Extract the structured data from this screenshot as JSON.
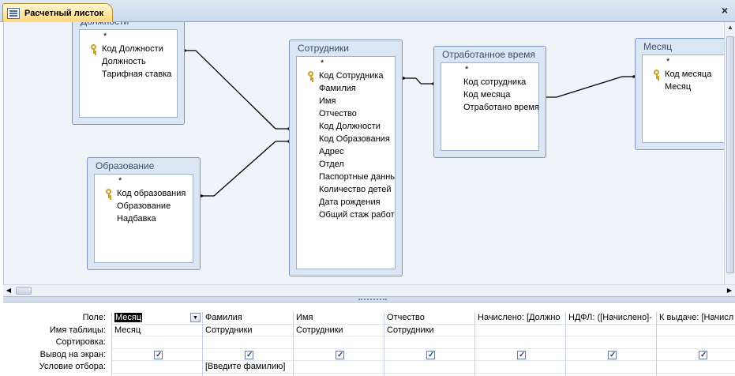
{
  "tab": {
    "title": "Расчетный листок",
    "close_glyph": "×"
  },
  "tables": [
    {
      "id": "dolzh",
      "title": "Должности",
      "fields": [
        {
          "label": "*",
          "key": false
        },
        {
          "label": "Код Должности",
          "key": true
        },
        {
          "label": "Должность",
          "key": false
        },
        {
          "label": "Тарифная ставка",
          "key": false
        }
      ]
    },
    {
      "id": "obraz",
      "title": "Образование",
      "fields": [
        {
          "label": "*",
          "key": false
        },
        {
          "label": "Код образования",
          "key": true
        },
        {
          "label": "Образование",
          "key": false
        },
        {
          "label": "Надбавка",
          "key": false
        }
      ]
    },
    {
      "id": "sotr",
      "title": "Сотрудники",
      "fields": [
        {
          "label": "*",
          "key": false
        },
        {
          "label": "Код Сотрудника",
          "key": true
        },
        {
          "label": "Фамилия",
          "key": false
        },
        {
          "label": "Имя",
          "key": false
        },
        {
          "label": "Отчество",
          "key": false
        },
        {
          "label": "Код Должности",
          "key": false
        },
        {
          "label": "Код Образования",
          "key": false
        },
        {
          "label": "Адрес",
          "key": false
        },
        {
          "label": "Отдел",
          "key": false
        },
        {
          "label": "Паспортные данные",
          "key": false
        },
        {
          "label": "Количество детей",
          "key": false
        },
        {
          "label": "Дата рождения",
          "key": false
        },
        {
          "label": "Общий стаж работы",
          "key": false
        }
      ]
    },
    {
      "id": "otrab",
      "title": "Отработанное время",
      "fields": [
        {
          "label": "*",
          "key": false
        },
        {
          "label": "Код сотрудника",
          "key": false
        },
        {
          "label": "Код месяца",
          "key": false
        },
        {
          "label": "Отработано время",
          "key": false
        }
      ]
    },
    {
      "id": "mes",
      "title": "Месяц",
      "fields": [
        {
          "label": "*",
          "key": false
        },
        {
          "label": "Код месяца",
          "key": true
        },
        {
          "label": "Месяц",
          "key": false
        }
      ]
    }
  ],
  "grid": {
    "row_labels": [
      "Поле:",
      "Имя таблицы:",
      "Сортировка:",
      "Вывод на экран:",
      "Условие отбора:"
    ],
    "columns": [
      {
        "field": "Месяц",
        "table": "Месяц",
        "sort": "",
        "show": true,
        "criteria": ""
      },
      {
        "field": "Фамилия",
        "table": "Сотрудники",
        "sort": "",
        "show": true,
        "criteria": "[Введите фамилию]"
      },
      {
        "field": "Имя",
        "table": "Сотрудники",
        "sort": "",
        "show": true,
        "criteria": ""
      },
      {
        "field": "Отчество",
        "table": "Сотрудники",
        "sort": "",
        "show": true,
        "criteria": ""
      },
      {
        "field": "Начислено: [Должно",
        "table": "",
        "sort": "",
        "show": true,
        "criteria": ""
      },
      {
        "field": "НДФЛ: ([Начислено]-",
        "table": "",
        "sort": "",
        "show": true,
        "criteria": ""
      },
      {
        "field": "К выдаче: [Начисл",
        "table": "",
        "sort": "",
        "show": true,
        "criteria": ""
      }
    ]
  }
}
